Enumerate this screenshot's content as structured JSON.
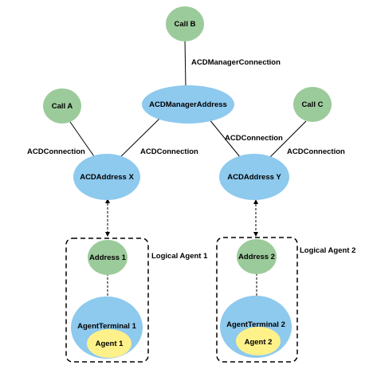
{
  "colors": {
    "call_node": "#9ccb9b",
    "acd_node": "#8ec9ee",
    "agent_node": "#fff18a",
    "line": "#000000"
  },
  "nodes": {
    "call_a": "Call A",
    "call_b": "Call B",
    "call_c": "Call C",
    "acd_manager_address": "ACDManagerAddress",
    "acd_address_x": "ACDAddress X",
    "acd_address_y": "ACDAddress Y",
    "address_1": "Address 1",
    "address_2": "Address 2",
    "agent_terminal_1": "AgentTerminal 1",
    "agent_terminal_2": "AgentTerminal 2",
    "agent_1": "Agent 1",
    "agent_2": "Agent 2"
  },
  "edge_labels": {
    "acd_manager_connection": "ACDManagerConnection",
    "acd_connection_a": "ACDConnection",
    "acd_connection_mx": "ACDConnection",
    "acd_connection_my": "ACDConnection",
    "acd_connection_c": "ACDConnection"
  },
  "groups": {
    "logical_agent_1": "Logical Agent 1",
    "logical_agent_2": "Logical Agent 2"
  }
}
